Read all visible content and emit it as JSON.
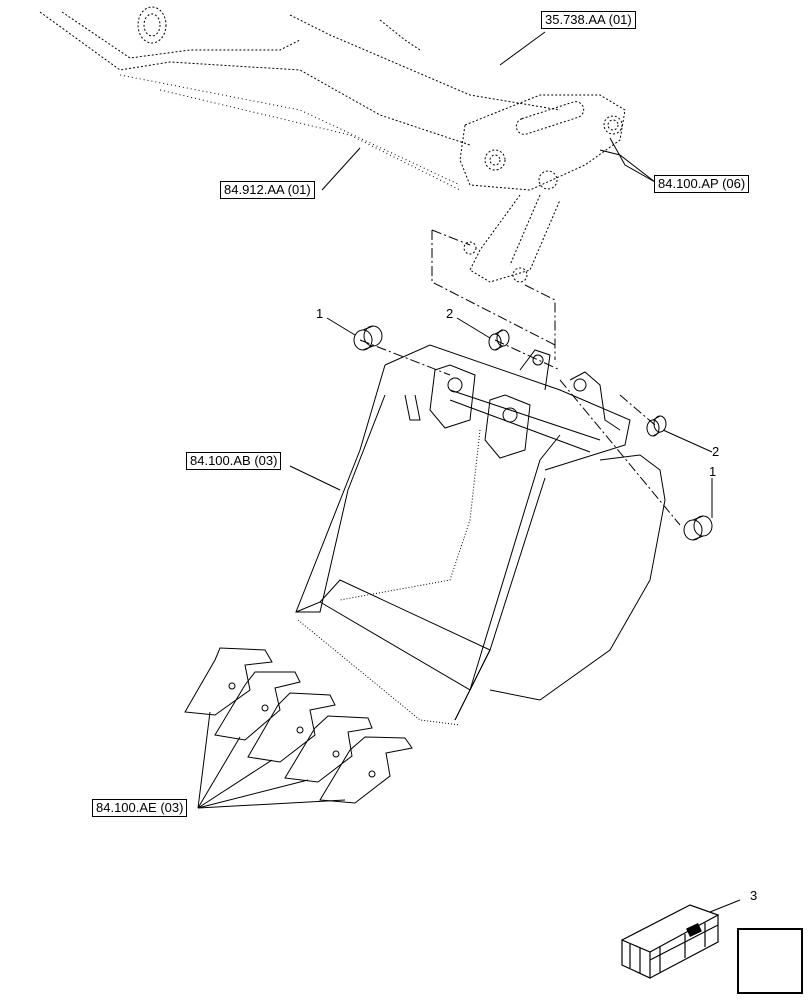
{
  "references": {
    "arm_link": "35.738.AA (01)",
    "arm": "84.912.AA (01)",
    "link_pins": "84.100.AP (06)",
    "bucket": "84.100.AB (03)",
    "teeth": "84.100.AE (03)"
  },
  "callouts": {
    "item1_left": "1",
    "item2_left": "2",
    "item2_right": "2",
    "item1_right": "1",
    "item3": "3"
  },
  "icons": {
    "kit": "crate-kit-icon",
    "navigation": "arrow-nav-icon"
  },
  "colors": {
    "line": "#000000",
    "background": "#ffffff"
  }
}
